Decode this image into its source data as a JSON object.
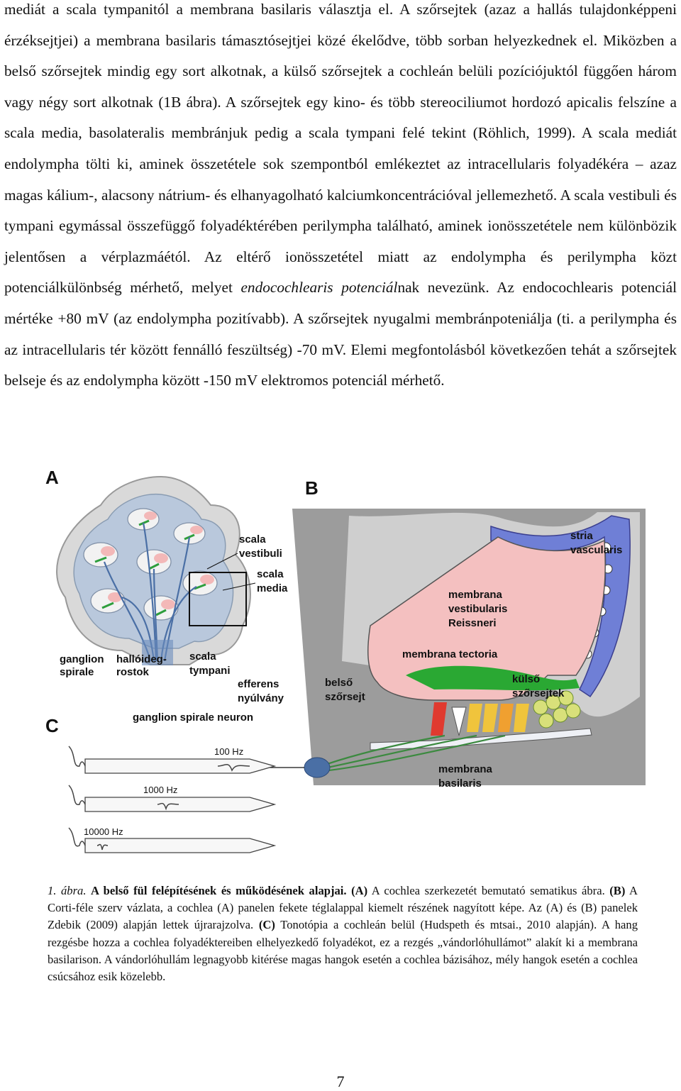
{
  "body": {
    "s1": "mediát a scala tympanitól a membrana basilaris választja el. A szőrsejtek (azaz a hallás tulajdonképpeni érzéksejtjei) a membrana basilaris támasztósejtjei közé ékelődve, több sorban helyezkednek el. Miközben a belső szőrsejtek mindig egy sort alkotnak, a külső szőrsejtek a cochleán belüli pozíciójuktól függően három vagy négy sort alkotnak (1B ábra). A szőrsejtek egy kino- és több stereociliumot hordozó apicalis felszíne a scala media, basolateralis membránjuk pedig a scala tympani felé tekint (Röhlich, 1999). A scala mediát endolympha tölti ki, aminek összetétele sok szempontból emlékeztet az intracellularis folyadékéra – azaz magas kálium-, alacsony nátrium- és elhanyagolható kalciumkoncentrációval jellemezhető. A scala vestibuli és tympani egymással összefüggő folyadéktérében perilympha található, aminek ionösszetétele nem különbözik jelentősen a vérplazmáétól. Az eltérő ionösszetétel miatt az endolympha és perilympha közt potenciálkülönbség mérhető, melyet ",
    "em": "endocochlearis potenciál",
    "s2": "nak nevezünk. Az endocochlearis potenciál mértéke +80 mV (az endolympha pozitívabb). A szőrsejtek nyugalmi membránpoteniálja (ti. a perilympha és az intracellularis tér között fennálló feszültség) -70 mV. Elemi megfontolásból következően tehát a szőrsejtek belseje és az endolympha között -150 mV elektromos potenciál mérhető."
  },
  "figure": {
    "panel_a": "A",
    "panel_b": "B",
    "panel_c": "C",
    "labels": {
      "scala_vestibuli_1": "scala",
      "scala_vestibuli_2": "vestibuli",
      "scala_media_1": "scala",
      "scala_media_2": "media",
      "ganglion_1": "ganglion",
      "ganglion_2": "spirale",
      "hallo_1": "hallóideg-",
      "hallo_2": "rostok",
      "tympani_1": "scala",
      "tympani_2": "tympani",
      "efferens_1": "efferens",
      "efferens_2": "nyúlvány",
      "neuron": "ganglion spirale neuron",
      "stria_1": "stria",
      "stria_2": "vascularis",
      "reissner_1": "membrana",
      "reissner_2": "vestibularis",
      "reissner_3": "Reissneri",
      "tectoria": "membrana tectoria",
      "belso_1": "belső",
      "belso_2": "szőrsejt",
      "kulso_1": "külső",
      "kulso_2": "szőrsejtek",
      "basilaris_1": "membrana",
      "basilaris_2": "basilaris",
      "hz100": "100 Hz",
      "hz1000": "1000 Hz",
      "hz10000": "10000 Hz"
    }
  },
  "caption": {
    "num": "1. ábra.",
    "title": "A belső fül felépítésének és működésének alapjai.",
    "a_tag": "(A)",
    "a_text": " A cochlea szerkezetét bemutató sematikus ábra. ",
    "b_tag": "(B)",
    "b_text": " A Corti-féle szerv vázlata, a cochlea (A) panelen fekete téglalappal kiemelt részének nagyított képe. Az (A) és (B) panelek Zdebik (2009) alapján lettek újrarajzolva. ",
    "c_tag": "(C)",
    "c_text": " Tonotópia a cochleán belül (Hudspeth és mtsai., 2010 alapján). A hang rezgésbe hozza a cochlea folyadéktereiben elhelyezkedő folyadékot, ez a rezgés „vándorlóhullámot” alakít ki a membrana basilarison. A vándorlóhullám legnagyobb kitérése magas hangok esetén a cochlea bázisához, mély hangok esetén a cochlea csúcsához esik közelebb."
  },
  "page_number": "7"
}
